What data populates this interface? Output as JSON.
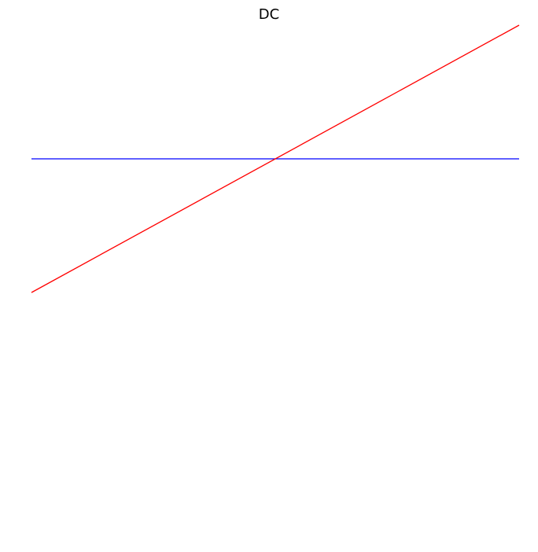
{
  "chart_data": {
    "type": "line",
    "title": "DC",
    "xlabel": "",
    "ylabel": "",
    "grid": false,
    "axes_visible": false,
    "xlim": [
      0,
      1
    ],
    "ylim": [
      -1,
      1
    ],
    "series": [
      {
        "color": "#0000ff",
        "x": [
          0,
          1
        ],
        "y": [
          0.5,
          0.5
        ]
      },
      {
        "color": "#ff0000",
        "x": [
          0,
          1
        ],
        "y": [
          0,
          1
        ]
      }
    ]
  }
}
